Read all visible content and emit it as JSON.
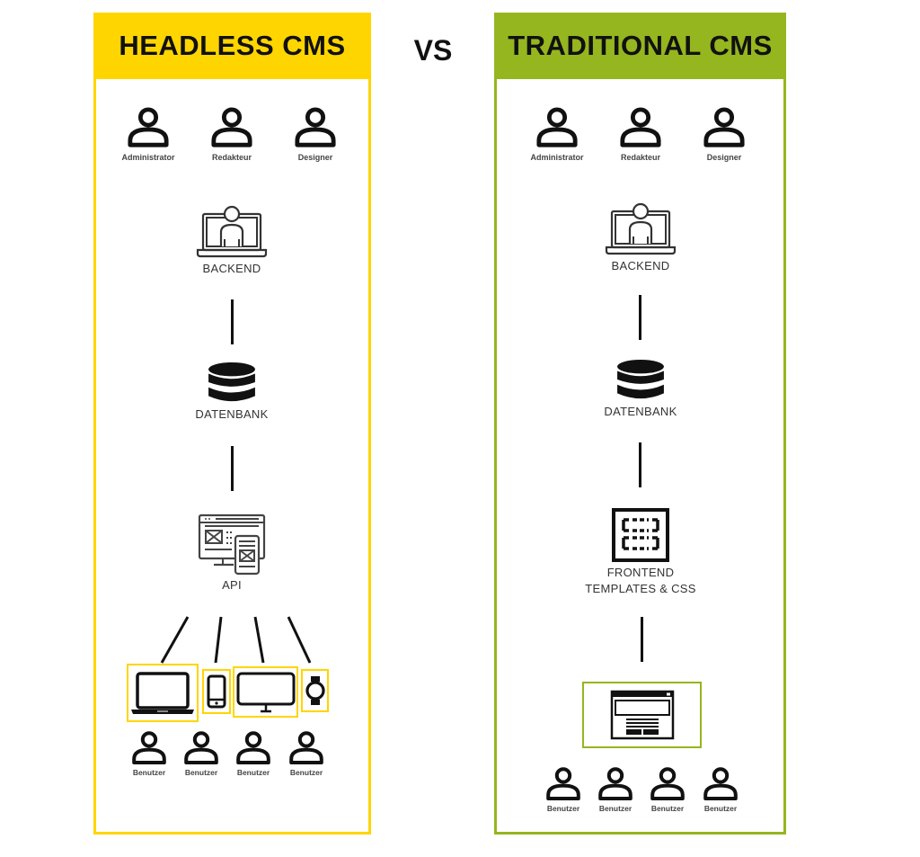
{
  "vs_label": "VS",
  "colors": {
    "headless_accent": "#ffd500",
    "traditional_accent": "#95b61e",
    "icon": "#111111"
  },
  "headless": {
    "title": "HEADLESS CMS",
    "roles": [
      {
        "label": "Administrator",
        "icon": "person-icon"
      },
      {
        "label": "Redakteur",
        "icon": "person-icon"
      },
      {
        "label": "Designer",
        "icon": "person-icon"
      }
    ],
    "backend": {
      "label": "BACKEND",
      "icon": "laptop-user-icon"
    },
    "database": {
      "label": "DATENBANK",
      "icon": "database-icon"
    },
    "api": {
      "label": "API",
      "icon": "responsive-devices-icon"
    },
    "devices": [
      {
        "name": "laptop",
        "icon": "laptop-icon"
      },
      {
        "name": "smartphone",
        "icon": "smartphone-icon"
      },
      {
        "name": "monitor",
        "icon": "monitor-icon"
      },
      {
        "name": "smartwatch",
        "icon": "smartwatch-icon"
      }
    ],
    "users": [
      {
        "label": "Benutzer"
      },
      {
        "label": "Benutzer"
      },
      {
        "label": "Benutzer"
      },
      {
        "label": "Benutzer"
      }
    ]
  },
  "traditional": {
    "title": "TRADITIONAL CMS",
    "roles": [
      {
        "label": "Administrator",
        "icon": "person-icon"
      },
      {
        "label": "Redakteur",
        "icon": "person-icon"
      },
      {
        "label": "Designer",
        "icon": "person-icon"
      }
    ],
    "backend": {
      "label": "BACKEND",
      "icon": "laptop-user-icon"
    },
    "database": {
      "label": "DATENBANK",
      "icon": "database-icon"
    },
    "frontend": {
      "label_line1": "FRONTEND",
      "label_line2": "TEMPLATES & CSS",
      "icon": "template-icon"
    },
    "website": {
      "icon": "browser-window-icon"
    },
    "users": [
      {
        "label": "Benutzer"
      },
      {
        "label": "Benutzer"
      },
      {
        "label": "Benutzer"
      },
      {
        "label": "Benutzer"
      }
    ]
  }
}
